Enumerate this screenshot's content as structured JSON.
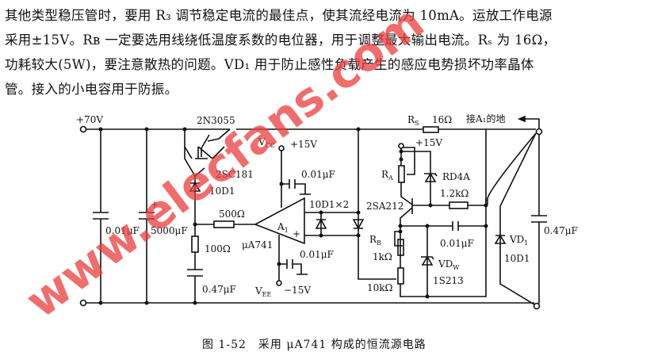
{
  "paragraph": [
    "其他类型稳压管时，要用 R₃ 调节稳定电流的最佳点，使其流经电流为 10mA。运放工作电源",
    "采用±15V。Rʙ 一定要选用线绕低温度系数的电位器，用于调整最大输出电流。Rₛ 为 16Ω，",
    "功耗较大(5W)，要注意散热的问题。VD₁ 用于防止感性负载产生的感应电势损坏功率晶体",
    "管。接入的小电容用于防振。"
  ],
  "caption": "图 1-52　采用 μA741 构成的恒流源电路",
  "watermark": "www.elecfans.com",
  "circuit": {
    "supply": "+70V",
    "c1": "0.01μF",
    "c2": "5000μF",
    "c2_plus": "+",
    "q1": "2N3055",
    "q2": "2SC181",
    "d_q": "10D1",
    "r500": "500Ω",
    "r100": "100Ω",
    "c047a": "0.47μF",
    "vcc": "V",
    "vcc_sub": "CC",
    "vcc_val": "+15V",
    "cvcc": "0.01μF",
    "vee": "V",
    "vee_sub": "EE",
    "vee_val": "−15V",
    "cvee": "0.01μF",
    "opamp": "A",
    "opamp_sub": "1",
    "opamp_plus": "+",
    "opamp_part": "μA741",
    "diodes": "10D1×2",
    "rs": "R",
    "rs_sub": "S",
    "rs_val": "16Ω",
    "ground_note": "接A₁的地",
    "plus15": "+15V",
    "ra": "R",
    "ra_sub": "A",
    "rd4a": "RD4A",
    "r12k": "1.2kΩ",
    "q3": "2SA212",
    "rb": "R",
    "rb_sub": "B",
    "rb_val": "1kΩ",
    "r10k": "10kΩ",
    "c001": "0.01μF",
    "vdw": "VD",
    "vdw_sub": "W",
    "vdw_part": "1S213",
    "vd1": "VD",
    "vd1_sub": "1",
    "vd1_part": "10D1",
    "c047b": "0.47μF"
  }
}
